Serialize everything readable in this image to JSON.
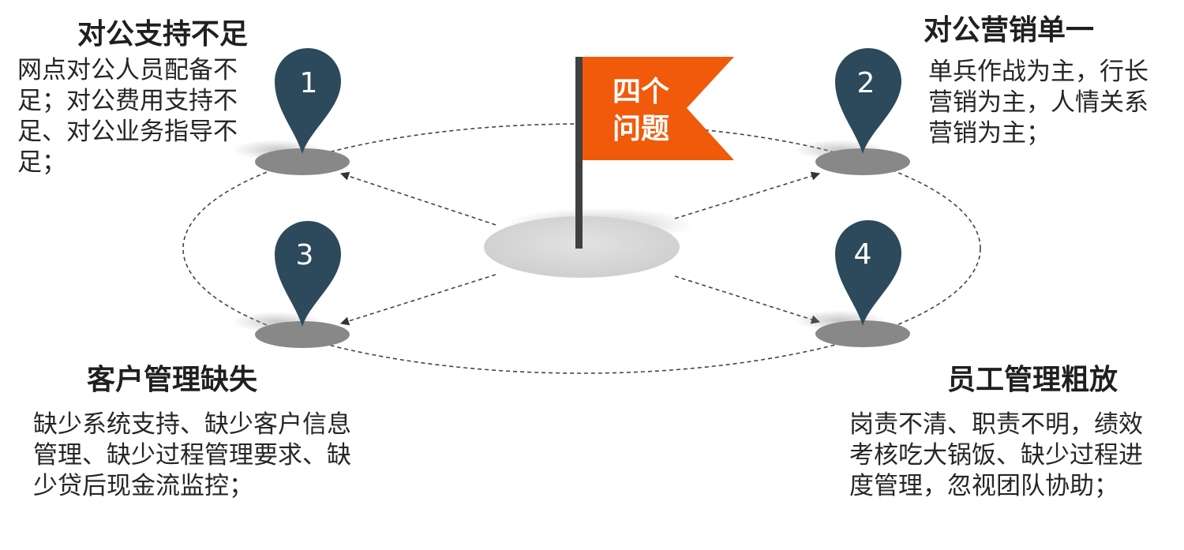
{
  "center": {
    "flag_line1": "四个",
    "flag_line2": "问题",
    "flag_color": "#f05a0a"
  },
  "pin_color": "#2c4a5b",
  "items": [
    {
      "number": "1",
      "title": "对公支持不足",
      "description": "网点对公人员配备不足；对公费用支持不足、对公业务指导不足；"
    },
    {
      "number": "2",
      "title": "对公营销单一",
      "description": "单兵作战为主，行长营销为主，人情关系营销为主；"
    },
    {
      "number": "3",
      "title": "客户管理缺失",
      "description": "缺少系统支持、缺少客户信息管理、缺少过程管理要求、缺少贷后现金流监控；"
    },
    {
      "number": "4",
      "title": "员工管理粗放",
      "description": "岗责不清、职责不明，绩效考核吃大锅饭、缺少过程进度管理，忽视团队协助；"
    }
  ]
}
